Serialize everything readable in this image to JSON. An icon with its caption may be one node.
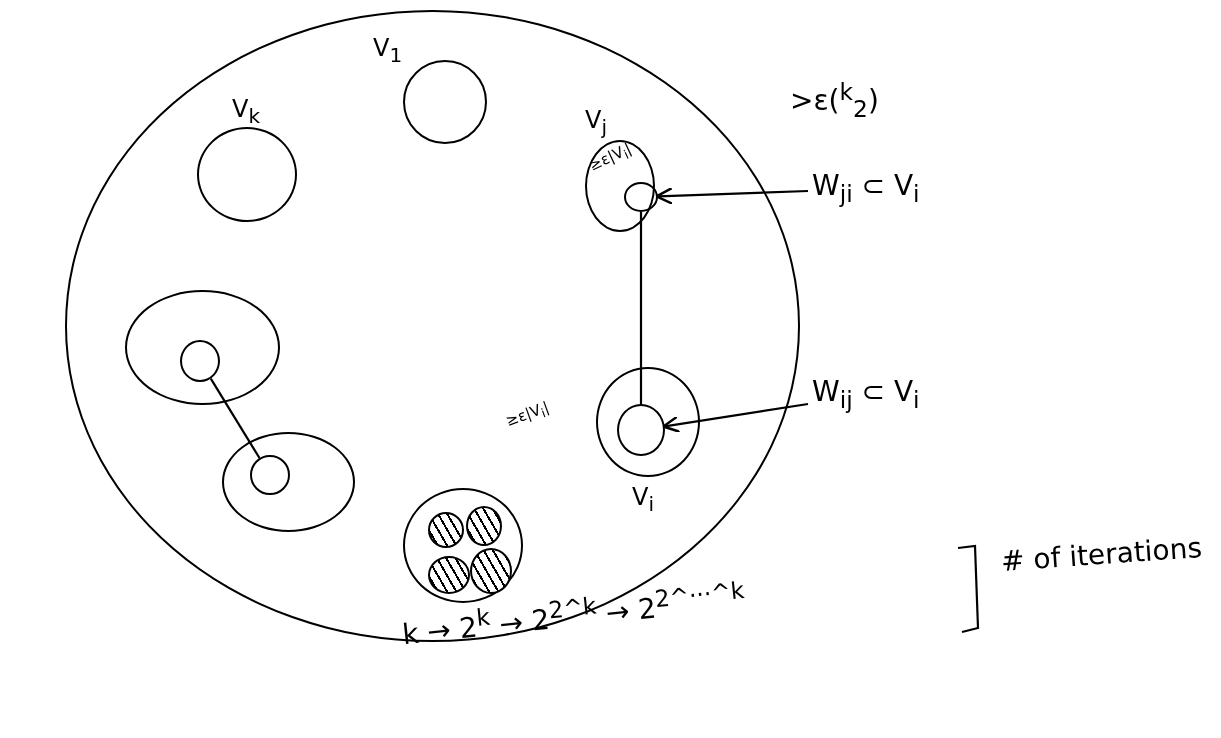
{
  "diagram": {
    "nodes": [
      {
        "text": [],
        "shape": "circle"
      },
      {
        "text": [
          "V$_{1}$"
        ],
        "in": 0
      },
      {
        "text": [
          "V$_{k}$"
        ],
        "in": 0
      },
      {
        "text": [
          "V$_{j}$",
          "≥ε|V$_{i}$|"
        ],
        "in": 0
      },
      {
        "text": [],
        "shape": "circle",
        "in": 3
      },
      {
        "text": [
          "V$_{i}$"
        ],
        "beside": [
          "≥ε|V$_{i}$|"
        ],
        "in": 0
      },
      {
        "text": [],
        "shape": "circle",
        "in": 5
      },
      {
        "text": [
          "W$_{ji}$ ⊂ V$_{i}$"
        ]
      },
      {
        "text": [
          "W$_{ij}$ ⊂ V$_{i}$"
        ]
      },
      {
        "text": [],
        "shape": "circle",
        "in": 0
      },
      {
        "text": [],
        "shape": "circle",
        "in": 9
      },
      {
        "text": [],
        "shape": "circle",
        "in": 0
      },
      {
        "text": [],
        "shape": "circle",
        "in": 11
      },
      {
        "text": [],
        "shape": "circle",
        "in": 0
      },
      {
        "text": [],
        "shape": "circle",
        "in": 13
      },
      {
        "text": [],
        "shape": "circle",
        "in": 13
      },
      {
        "text": [],
        "shape": "circle",
        "in": 13
      },
      {
        "text": [],
        "shape": "circle",
        "in": 13
      }
    ],
    "edges": [
      {
        "from": 4,
        "to": 6,
        "arrow": "none"
      },
      {
        "from": 7,
        "to": 4,
        "arrow": "to"
      },
      {
        "from": 8,
        "to": 6,
        "arrow": "to"
      },
      {
        "from": 10,
        "to": 12,
        "arrow": "none"
      }
    ],
    "labels": [
      ">ε($^{k}$$_{2}$)",
      "k → 2$^{k}$ → 2$^{2^k}$ → 2$^{2^···^k}$",
      "# of iterations"
    ]
  }
}
